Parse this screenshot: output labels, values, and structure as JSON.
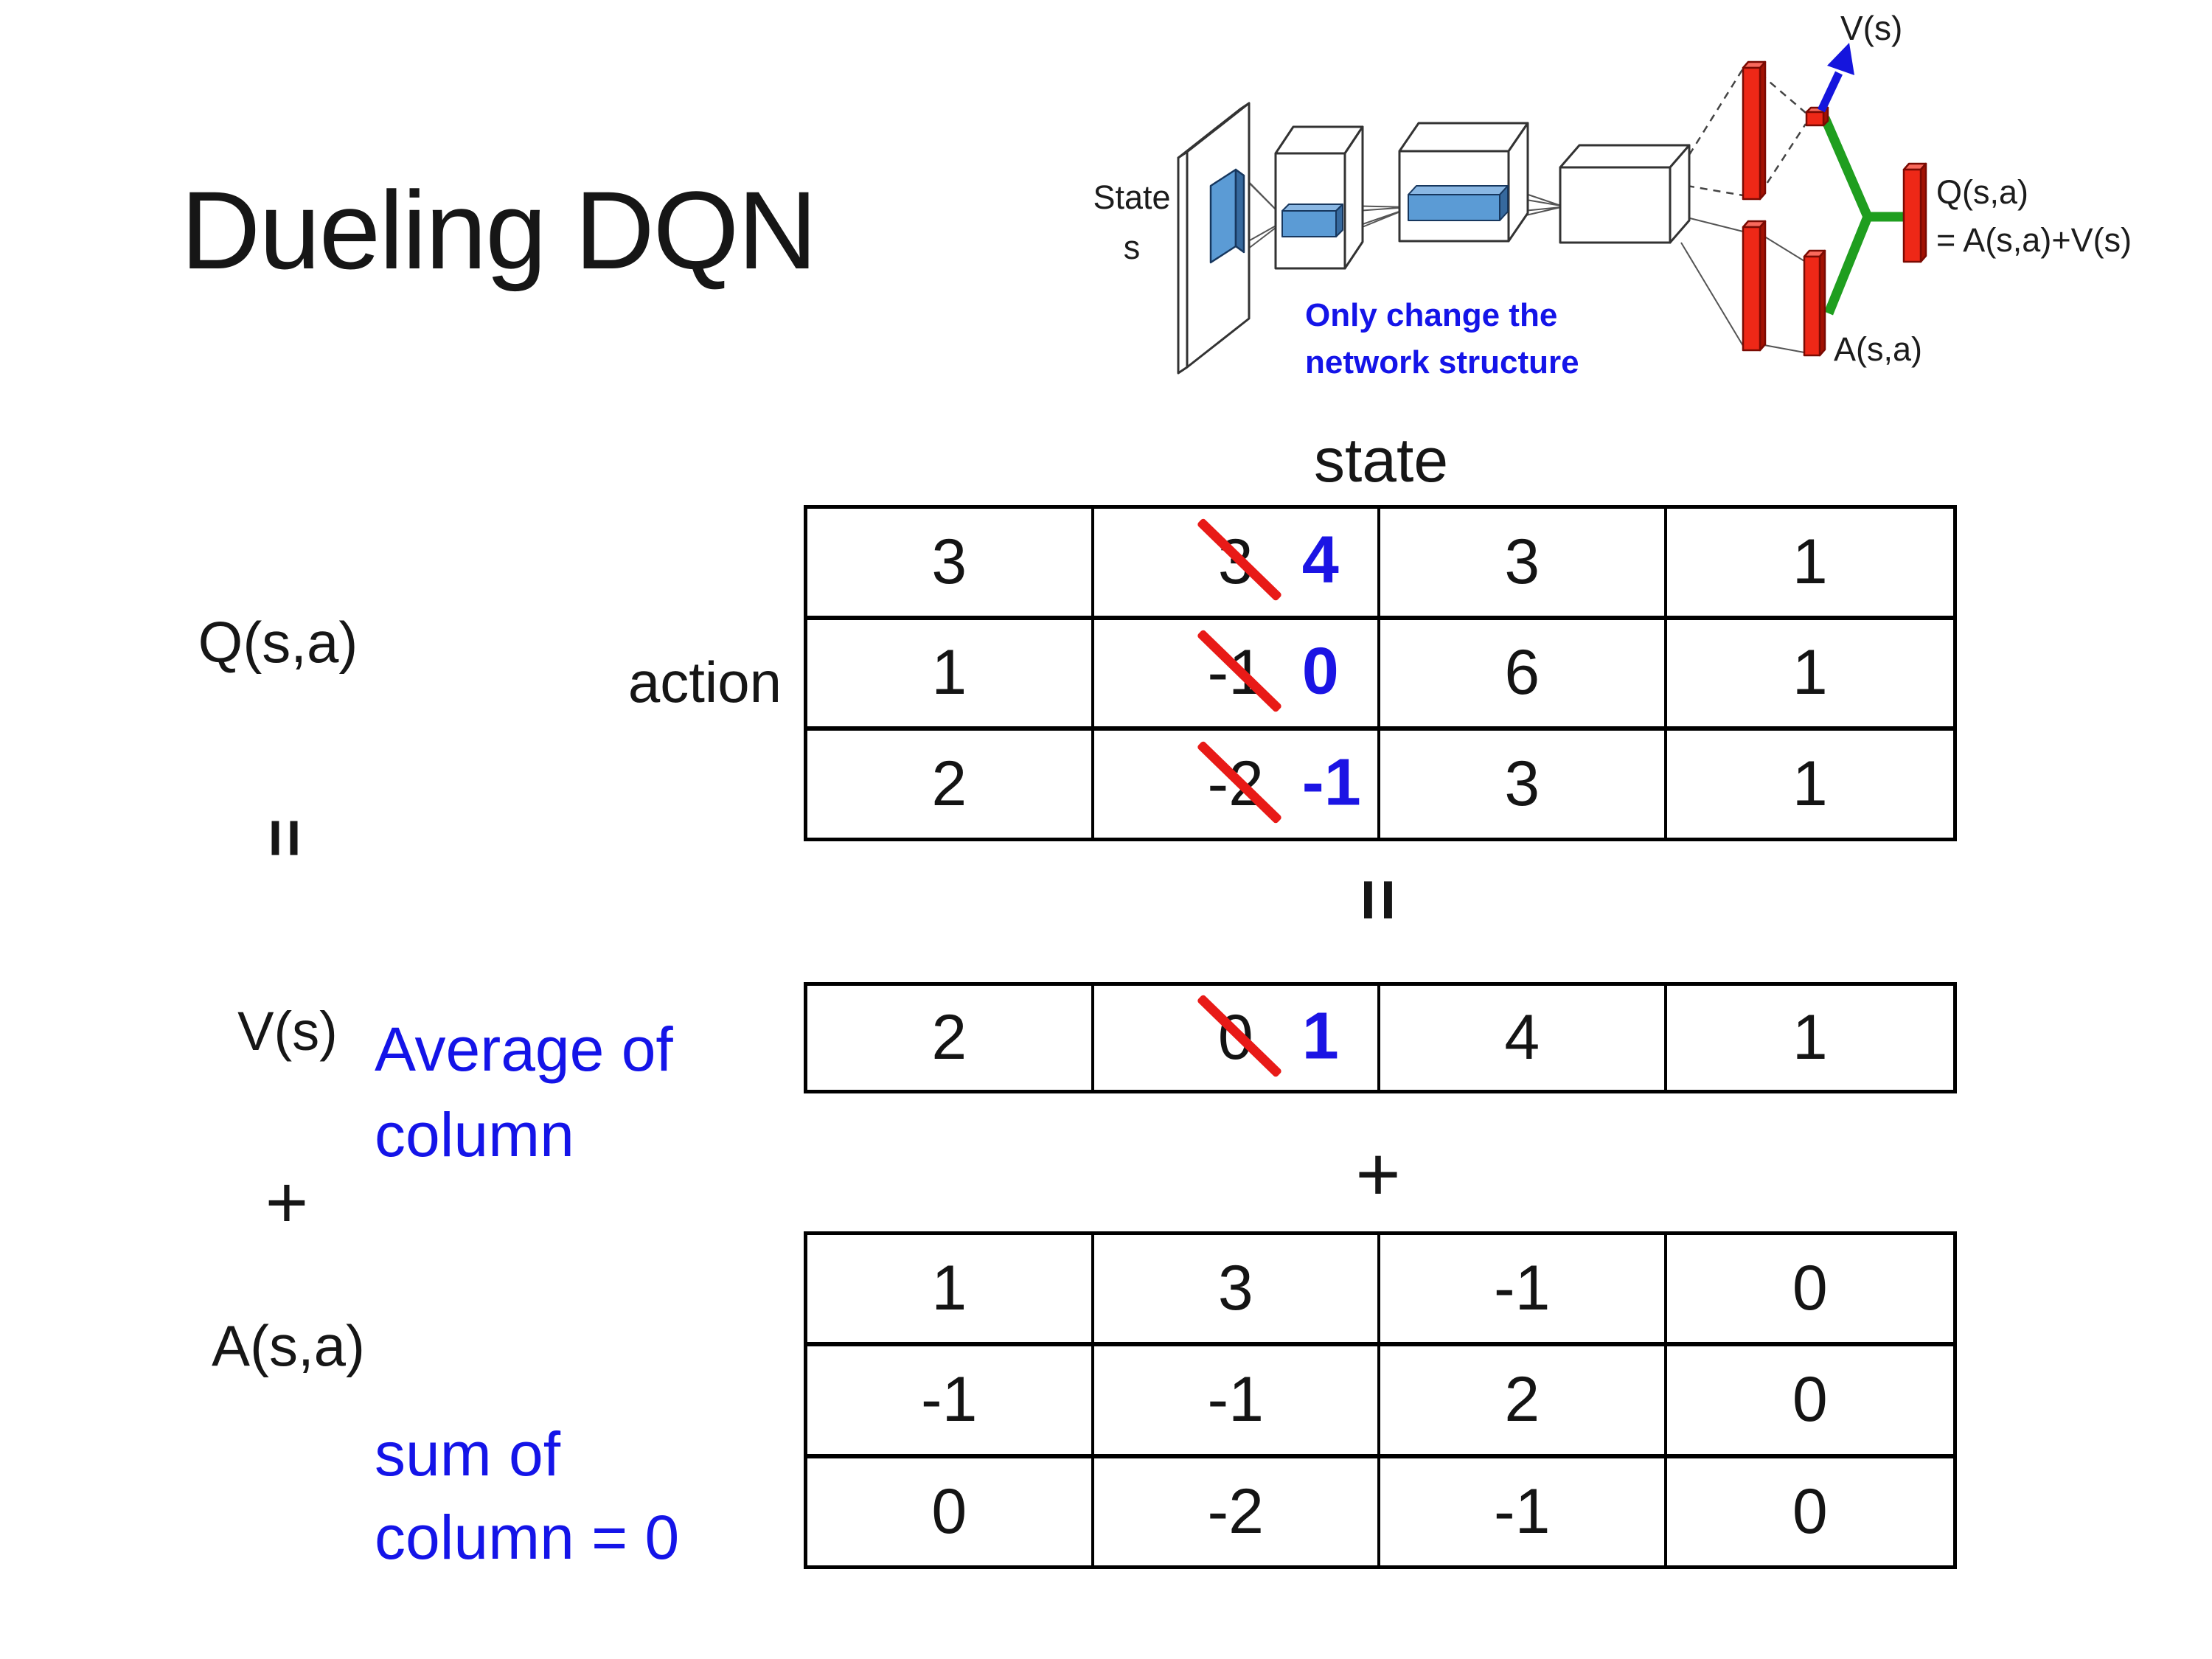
{
  "slide": {
    "title": "Dueling DQN"
  },
  "network_diagram": {
    "input_label": "State\ns",
    "note": "Only change the\nnetwork structure",
    "value_output_label": "V(s)",
    "q_output_label": "Q(s,a)\n= A(s,a)+V(s)",
    "advantage_output_label": "A(s,a)",
    "colors": {
      "conv_blue": "#5b9bd5",
      "fc_red": "#ee2817",
      "merge_green": "#1f9e1f",
      "arrow_blue": "#1515dd",
      "note_blue": "#1414e8"
    }
  },
  "equation": {
    "q_matrix_label": "Q(s,a)",
    "action_axis_label": "action",
    "state_axis_label": "state",
    "equals_left": "=",
    "equals_center": "=",
    "v_vector_label": "V(s)",
    "v_note": "Average of\ncolumn",
    "plus_left": "+",
    "plus_center": "+",
    "a_matrix_label": "A(s,a)",
    "a_note": "sum of\ncolumn = 0"
  },
  "q_table": {
    "rows": [
      {
        "c0": "3",
        "c1_old": "3",
        "c1_new": "4",
        "c2": "3",
        "c3": "1"
      },
      {
        "c0": "1",
        "c1_old": "-1",
        "c1_new": "0",
        "c2": "6",
        "c3": "1"
      },
      {
        "c0": "2",
        "c1_old": "-2",
        "c1_new": "-1",
        "c2": "3",
        "c3": "1"
      }
    ]
  },
  "v_row": {
    "c0": "2",
    "c1_old": "0",
    "c1_new": "1",
    "c2": "4",
    "c3": "1"
  },
  "a_table": {
    "rows": [
      {
        "c0": "1",
        "c1": "3",
        "c2": "-1",
        "c3": "0"
      },
      {
        "c0": "-1",
        "c1": "-1",
        "c2": "2",
        "c3": "0"
      },
      {
        "c0": "0",
        "c1": "-2",
        "c2": "-1",
        "c3": "0"
      }
    ]
  }
}
